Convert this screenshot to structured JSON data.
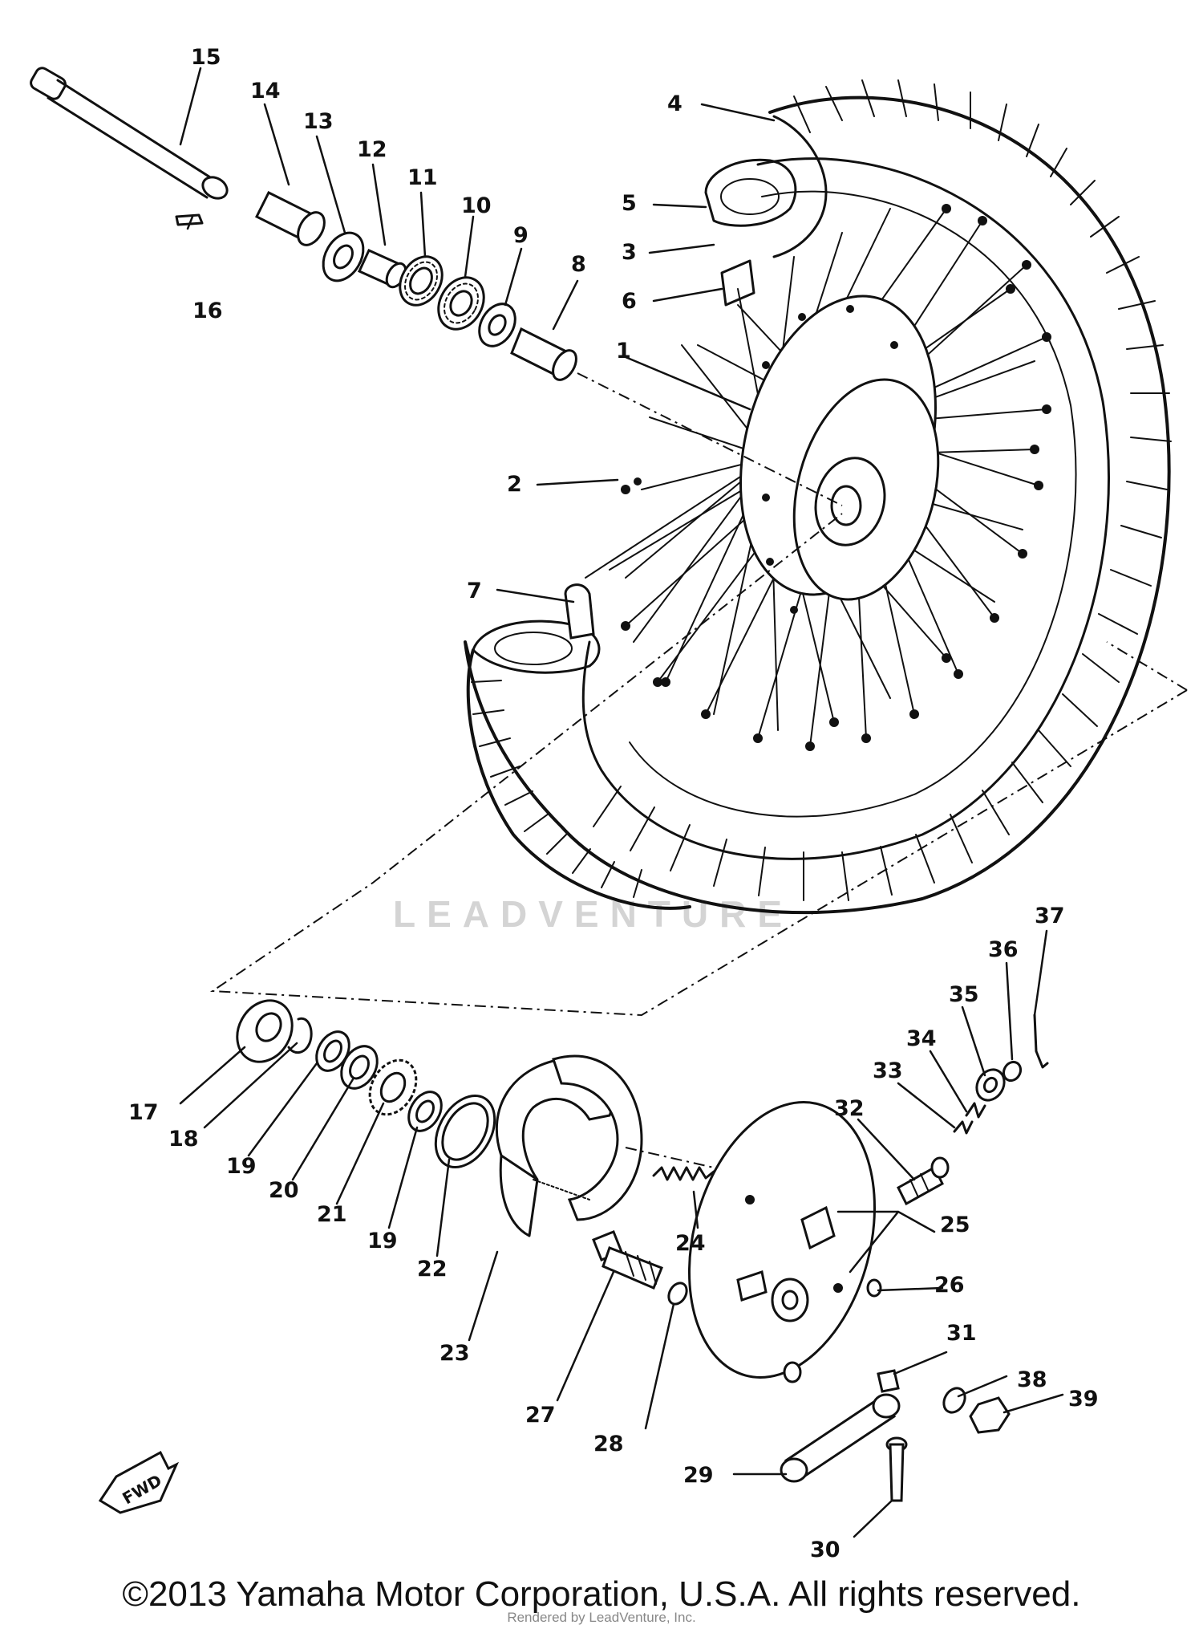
{
  "diagram": {
    "watermark": "LEADVENTURE",
    "fwd_label": "FWD",
    "callouts": [
      {
        "id": "1",
        "label": "1"
      },
      {
        "id": "2",
        "label": "2"
      },
      {
        "id": "3",
        "label": "3"
      },
      {
        "id": "4",
        "label": "4"
      },
      {
        "id": "5",
        "label": "5"
      },
      {
        "id": "6",
        "label": "6"
      },
      {
        "id": "7",
        "label": "7"
      },
      {
        "id": "8",
        "label": "8"
      },
      {
        "id": "9",
        "label": "9"
      },
      {
        "id": "10",
        "label": "10"
      },
      {
        "id": "11",
        "label": "11"
      },
      {
        "id": "12",
        "label": "12"
      },
      {
        "id": "13",
        "label": "13"
      },
      {
        "id": "14",
        "label": "14"
      },
      {
        "id": "15",
        "label": "15"
      },
      {
        "id": "16",
        "label": "16"
      },
      {
        "id": "17",
        "label": "17"
      },
      {
        "id": "18",
        "label": "18"
      },
      {
        "id": "19a",
        "label": "19"
      },
      {
        "id": "20",
        "label": "20"
      },
      {
        "id": "21",
        "label": "21"
      },
      {
        "id": "19b",
        "label": "19"
      },
      {
        "id": "22",
        "label": "22"
      },
      {
        "id": "23",
        "label": "23"
      },
      {
        "id": "24",
        "label": "24"
      },
      {
        "id": "25",
        "label": "25"
      },
      {
        "id": "26",
        "label": "26"
      },
      {
        "id": "27",
        "label": "27"
      },
      {
        "id": "28",
        "label": "28"
      },
      {
        "id": "29",
        "label": "29"
      },
      {
        "id": "30",
        "label": "30"
      },
      {
        "id": "31",
        "label": "31"
      },
      {
        "id": "32",
        "label": "32"
      },
      {
        "id": "33",
        "label": "33"
      },
      {
        "id": "34",
        "label": "34"
      },
      {
        "id": "35",
        "label": "35"
      },
      {
        "id": "36",
        "label": "36"
      },
      {
        "id": "37",
        "label": "37"
      },
      {
        "id": "38",
        "label": "38"
      },
      {
        "id": "39",
        "label": "39"
      }
    ]
  },
  "footer": {
    "copyright": "©2013 Yamaha Motor Corporation, U.S.A. All rights reserved.",
    "rendered_by": "Rendered by LeadVenture, Inc."
  }
}
